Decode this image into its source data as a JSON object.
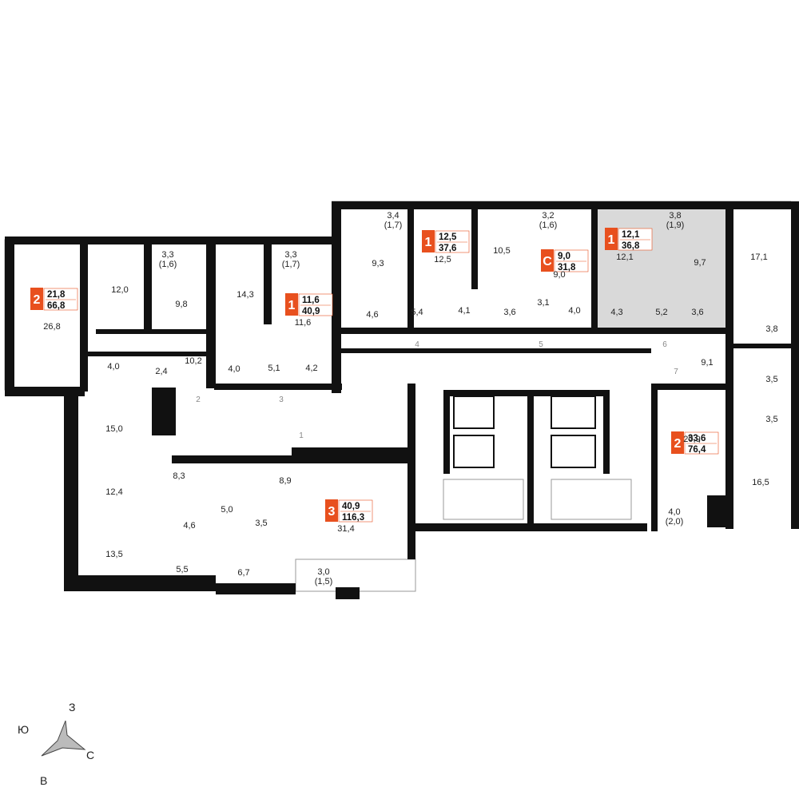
{
  "colors": {
    "wall": "#111111",
    "badge": "#e8501e",
    "highlight": "#d9d9d9",
    "fixture": "#999999"
  },
  "apartments": [
    {
      "id": "apt-a",
      "rooms": "2",
      "living": "21,8",
      "total": "66,8"
    },
    {
      "id": "apt-b",
      "rooms": "1",
      "living": "11,6",
      "total": "40,9"
    },
    {
      "id": "apt-c",
      "rooms": "1",
      "living": "12,5",
      "total": "37,6"
    },
    {
      "id": "apt-d",
      "rooms": "С",
      "living": "9,0",
      "total": "31,8"
    },
    {
      "id": "apt-e",
      "rooms": "1",
      "living": "12,1",
      "total": "36,8"
    },
    {
      "id": "apt-f",
      "rooms": "2",
      "living": "33,6",
      "total": "76,4"
    },
    {
      "id": "apt-g",
      "rooms": "3",
      "living": "40,9",
      "total": "116,3"
    }
  ],
  "room_areas": [
    "26,8",
    "12,0",
    "9,8",
    "3,3",
    "(1,6)",
    "14,3",
    "3,3",
    "(1,7)",
    "11,6",
    "10,2",
    "4,0",
    "2,4",
    "4,0",
    "5,1",
    "4,2",
    "3,4",
    "(1,7)",
    "9,3",
    "12,5",
    "10,5",
    "3,2",
    "(1,6)",
    "9,0",
    "4,6",
    "5,4",
    "4,1",
    "3,6",
    "3,1",
    "4,0",
    "12,1",
    "3,8",
    "(1,9)",
    "9,7",
    "17,1",
    "4,3",
    "5,2",
    "3,6",
    "3,8",
    "9,1",
    "3,5",
    "3,5",
    "20,9",
    "16,5",
    "4,0",
    "(2,0)",
    "15,0",
    "12,4",
    "13,5",
    "8,3",
    "4,6",
    "5,0",
    "8,9",
    "3,5",
    "31,4",
    "5,5",
    "6,7",
    "3,0",
    "(1,5)"
  ],
  "stair_numbers": [
    "1",
    "2",
    "3",
    "4",
    "5",
    "6",
    "7"
  ],
  "compass": {
    "n": "З",
    "s": "В",
    "e": "С",
    "w": "Ю"
  }
}
